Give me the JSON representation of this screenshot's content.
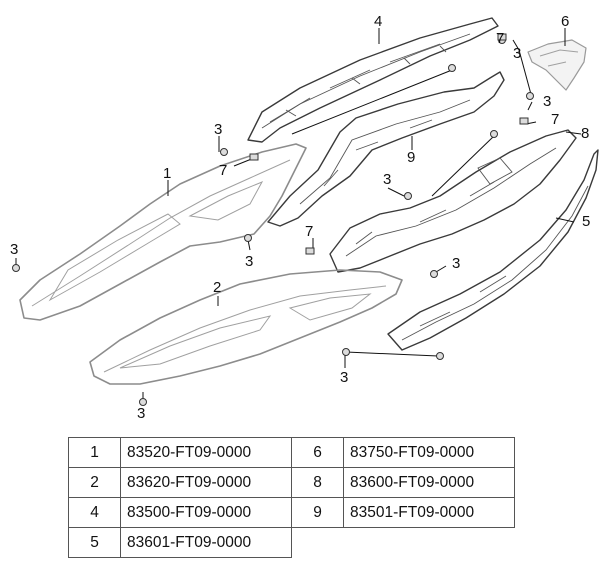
{
  "callouts": {
    "p1": "1",
    "p2": "2",
    "p3a": "3",
    "p3b": "3",
    "p3c": "3",
    "p3d": "3",
    "p3e": "3",
    "p3f": "3",
    "p3g": "3",
    "p3h": "3",
    "p3i": "3",
    "p4": "4",
    "p5": "5",
    "p6": "6",
    "p7a": "7",
    "p7b": "7",
    "p7c": "7",
    "p8": "8",
    "p9": "9"
  },
  "table": {
    "rows": [
      {
        "left_num": "1",
        "left_pn": "83520-FT09-0000",
        "right_num": "6",
        "right_pn": "83750-FT09-0000"
      },
      {
        "left_num": "2",
        "left_pn": "83620-FT09-0000",
        "right_num": "8",
        "right_pn": "83600-FT09-0000"
      },
      {
        "left_num": "4",
        "left_pn": "83500-FT09-0000",
        "right_num": "9",
        "right_pn": "83501-FT09-0000"
      },
      {
        "left_num": "5",
        "left_pn": "83601-FT09-0000",
        "right_num": "",
        "right_pn": ""
      }
    ]
  },
  "colors": {
    "outline_dark": "#3a3a3a",
    "outline_grey": "#8c8c8c",
    "text": "#111111"
  }
}
